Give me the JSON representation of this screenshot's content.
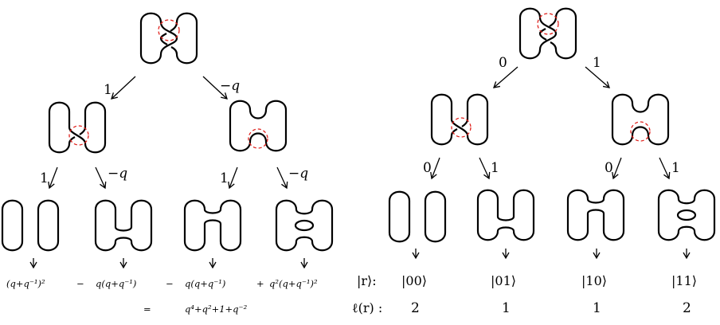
{
  "left_tree": {
    "edge_labels": {
      "root_left": "1",
      "root_right": "−q",
      "mid_left_left": "1",
      "mid_left_right": "−q",
      "mid_right_left": "1",
      "mid_right_right": "−q"
    },
    "terms": [
      "(q+q⁻¹)²",
      "−",
      "q(q+q⁻¹)",
      "−",
      "q(q+q⁻¹)",
      "+",
      "q²(q+q⁻¹)²"
    ],
    "equals": "=",
    "result": "q⁴+q²+1+q⁻²"
  },
  "right_tree": {
    "edge_labels": {
      "root_left": "0",
      "root_right": "1",
      "mid_left_left": "0",
      "mid_left_right": "1",
      "mid_right_left": "0",
      "mid_right_right": "1"
    },
    "ket_label": "|r⟩:",
    "kets": [
      "|00⟩",
      "|01⟩",
      "|10⟩",
      "|11⟩"
    ],
    "length_label": "ℓ(r) :",
    "lengths": [
      "2",
      "1",
      "1",
      "2"
    ]
  },
  "colors": {
    "stroke": "#000000",
    "crossing_circle": "#e0201b"
  }
}
